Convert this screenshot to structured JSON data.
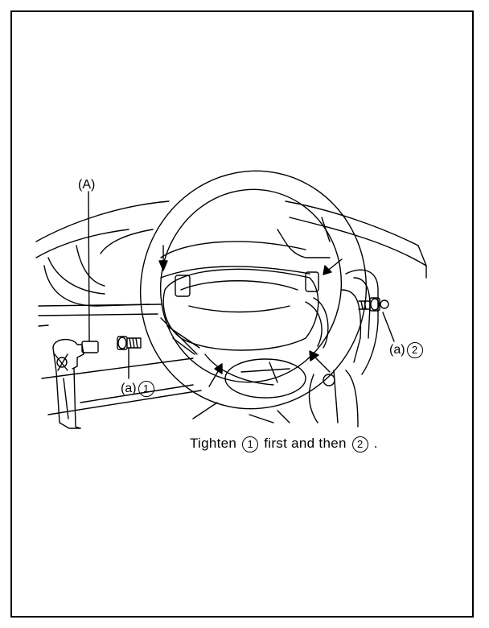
{
  "labels": {
    "A": "(A)",
    "a1_prefix": "(a)",
    "a1_num": "1",
    "a2_prefix": "(a)",
    "a2_num": "2"
  },
  "caption": {
    "part1": "Tighten",
    "num1": "1",
    "part2": "first and then",
    "num2": "2",
    "end": "."
  }
}
